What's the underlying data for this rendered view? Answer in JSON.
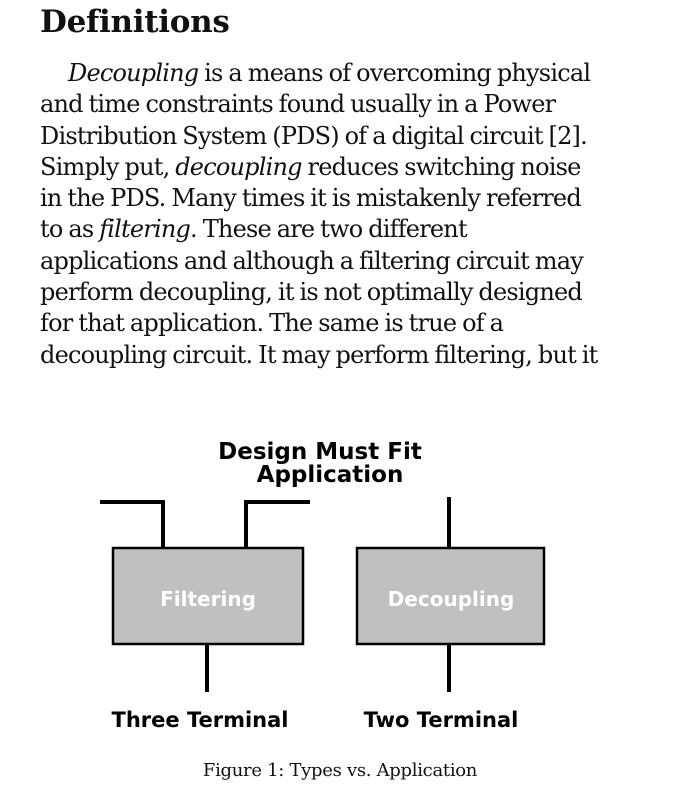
{
  "heading": "Definitions",
  "paragraph": {
    "lines": [
      [
        {
          "text": "Decoupling",
          "italic": true
        },
        {
          "text": " is a means of overcoming physical"
        }
      ],
      [
        {
          "text": "and time constraints found usually in a Power"
        }
      ],
      [
        {
          "text": "Distribution System (PDS) of a digital circuit [2]."
        }
      ],
      [
        {
          "text": "Simply put, "
        },
        {
          "text": "decoupling",
          "italic": true
        },
        {
          "text": " reduces switching noise"
        }
      ],
      [
        {
          "text": "in the PDS.  Many times it is mistakenly referred"
        }
      ],
      [
        {
          "text": "to as "
        },
        {
          "text": "filtering",
          "italic": true
        },
        {
          "text": ".  These are two different"
        }
      ],
      [
        {
          "text": "applications and although a filtering circuit may"
        }
      ],
      [
        {
          "text": "perform decoupling, it is not optimally designed"
        }
      ],
      [
        {
          "text": "for that application.  The same is true of a"
        }
      ],
      [
        {
          "text": "decoupling circuit. It may perform filtering, but it"
        }
      ]
    ]
  },
  "figure": {
    "title_line1": "Design Must Fit",
    "title_line2": "Application",
    "left_box_label": "Filtering",
    "right_box_label": "Decoupling",
    "left_caption": "Three Terminal",
    "right_caption": "Two Terminal",
    "box_fill": "#c0c0c0"
  },
  "caption": "Figure 1: Types vs. Application"
}
